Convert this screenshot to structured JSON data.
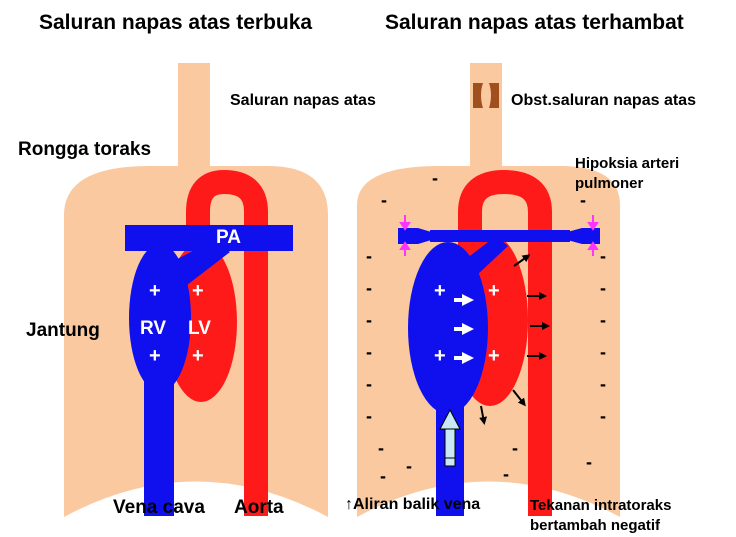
{
  "left_panel": {
    "title": "Saluran napas atas terbuka",
    "upper_airway_label": "Saluran napas atas",
    "thorax_label": "Rongga toraks",
    "heart_label": "Jantung",
    "pa_label": "PA",
    "rv_label": "RV",
    "lv_label": "LV",
    "vena_cava_label": "Vena cava",
    "aorta_label": "Aorta",
    "plus_sign": "+"
  },
  "right_panel": {
    "title": "Saluran napas atas terhambat",
    "obstruction_label": "Obst.saluran napas atas",
    "hypoxia_label_line1": "Hipoksia arteri",
    "hypoxia_label_line2": "pulmoner",
    "venous_return_label": "↑Aliran balik vena",
    "pressure_label_line1": "Tekanan intratoraks",
    "pressure_label_line2": "bertambah negatif",
    "minus_sign": "-",
    "plus_sign": "+"
  },
  "colors": {
    "thorax": "#fac9a0",
    "artery": "#ff1a1a",
    "vein": "#1010ee",
    "obstruction": "#a0501e",
    "vessel_constriction_arrow": "#ff33ff",
    "return_arrow": "#c9e8f5"
  }
}
